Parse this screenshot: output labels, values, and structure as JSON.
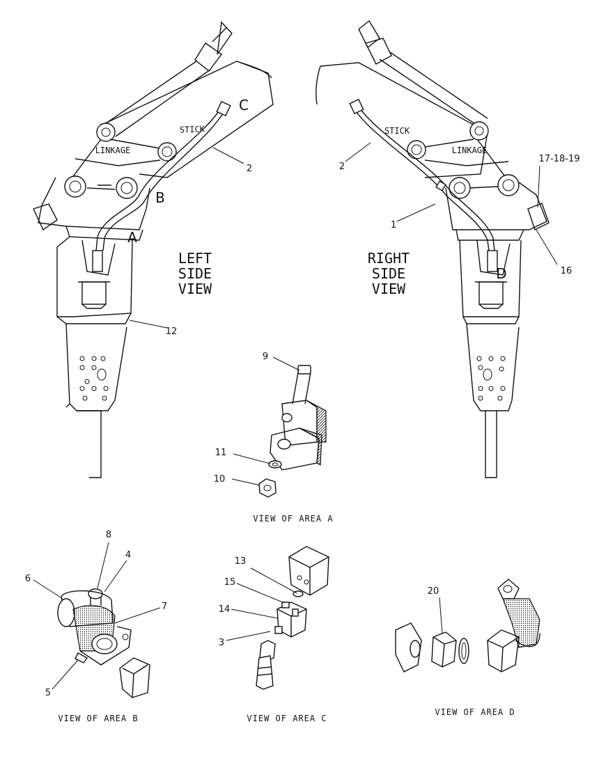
{
  "views": {
    "left": [
      "LEFT",
      "SIDE",
      "VIEW"
    ],
    "right": [
      "RIGHT",
      "SIDE",
      "VIEW"
    ]
  },
  "inner_labels": {
    "stick": "STICK",
    "linkage": "LINKAGE"
  },
  "area_letters": {
    "a": "A",
    "b": "B",
    "c": "C",
    "d": "D"
  },
  "captions": {
    "area_a": "VIEW OF AREA A",
    "area_b": "VIEW OF AREA B",
    "area_c": "VIEW OF AREA C",
    "area_d": "VIEW OF AREA D"
  },
  "callouts": {
    "c1": "1",
    "c2_left": "2",
    "c2_right": "2",
    "c3": "3",
    "c4": "4",
    "c5": "5",
    "c6": "6",
    "c7": "7",
    "c8": "8",
    "c9": "9",
    "c10": "10",
    "c11": "11",
    "c12": "12",
    "c13": "13",
    "c14": "14",
    "c15": "15",
    "c16": "16",
    "c17_18_19": "17-18-19",
    "c20": "20"
  }
}
